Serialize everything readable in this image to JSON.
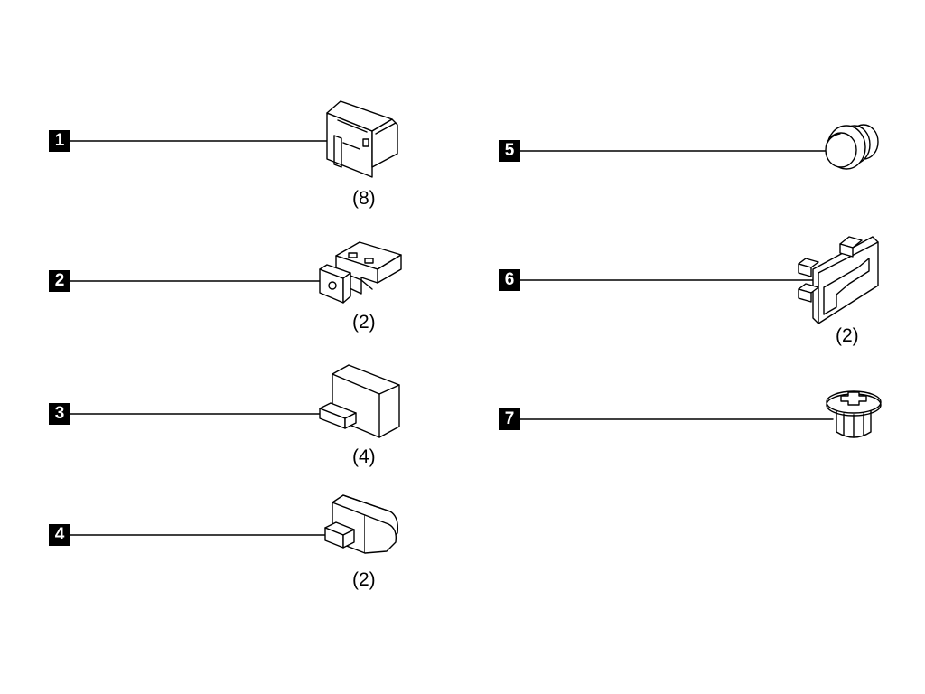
{
  "parts": [
    {
      "number": "1",
      "quantity": "(8)"
    },
    {
      "number": "2",
      "quantity": "(2)"
    },
    {
      "number": "3",
      "quantity": "(4)"
    },
    {
      "number": "4",
      "quantity": "(2)"
    },
    {
      "number": "5",
      "quantity": ""
    },
    {
      "number": "6",
      "quantity": "(2)"
    },
    {
      "number": "7",
      "quantity": ""
    }
  ]
}
